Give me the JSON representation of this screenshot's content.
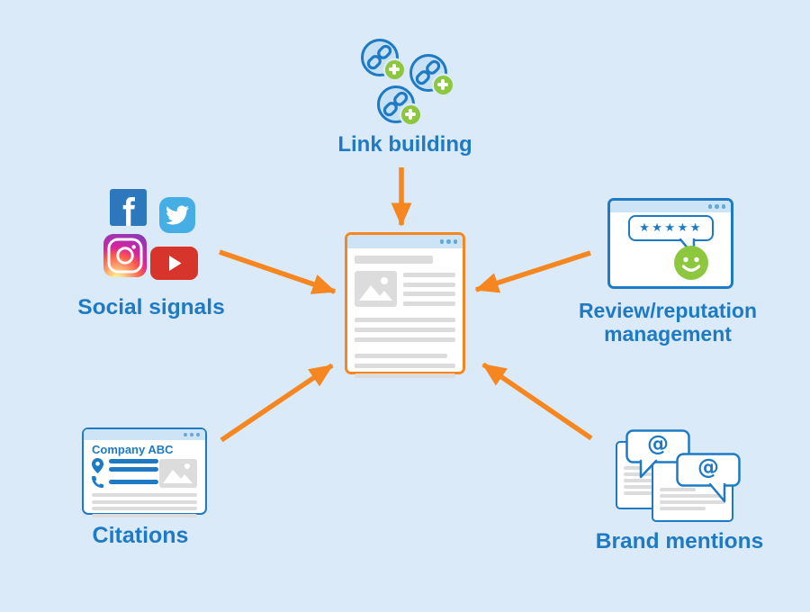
{
  "canvas": {
    "background": "#DBEAF8"
  },
  "colors": {
    "blue": "#1E7AC4",
    "orange": "#F6861F",
    "green": "#8DC63F",
    "light_gray": "#DCDCDC",
    "window_bar_blue": "#CDE4F7"
  },
  "link_building": {
    "label": "Link building",
    "icon": "chain-link-plus"
  },
  "social": {
    "label": "Social signals",
    "icons": [
      "facebook",
      "twitter",
      "instagram",
      "youtube"
    ]
  },
  "review": {
    "label_line1": "Review/reputation",
    "label_line2": "management",
    "stars": "★★★★★",
    "icon": "smiley-face"
  },
  "citations": {
    "label": "Citations",
    "company": "Company ABC",
    "icons": [
      "map-pin",
      "phone"
    ]
  },
  "brand": {
    "label": "Brand mentions",
    "at1": "@",
    "at2": "@"
  },
  "connections": [
    {
      "from": "link-building",
      "to": "web-page"
    },
    {
      "from": "social-signals",
      "to": "web-page"
    },
    {
      "from": "review-reputation-management",
      "to": "web-page"
    },
    {
      "from": "citations",
      "to": "web-page"
    },
    {
      "from": "brand-mentions",
      "to": "web-page"
    }
  ]
}
